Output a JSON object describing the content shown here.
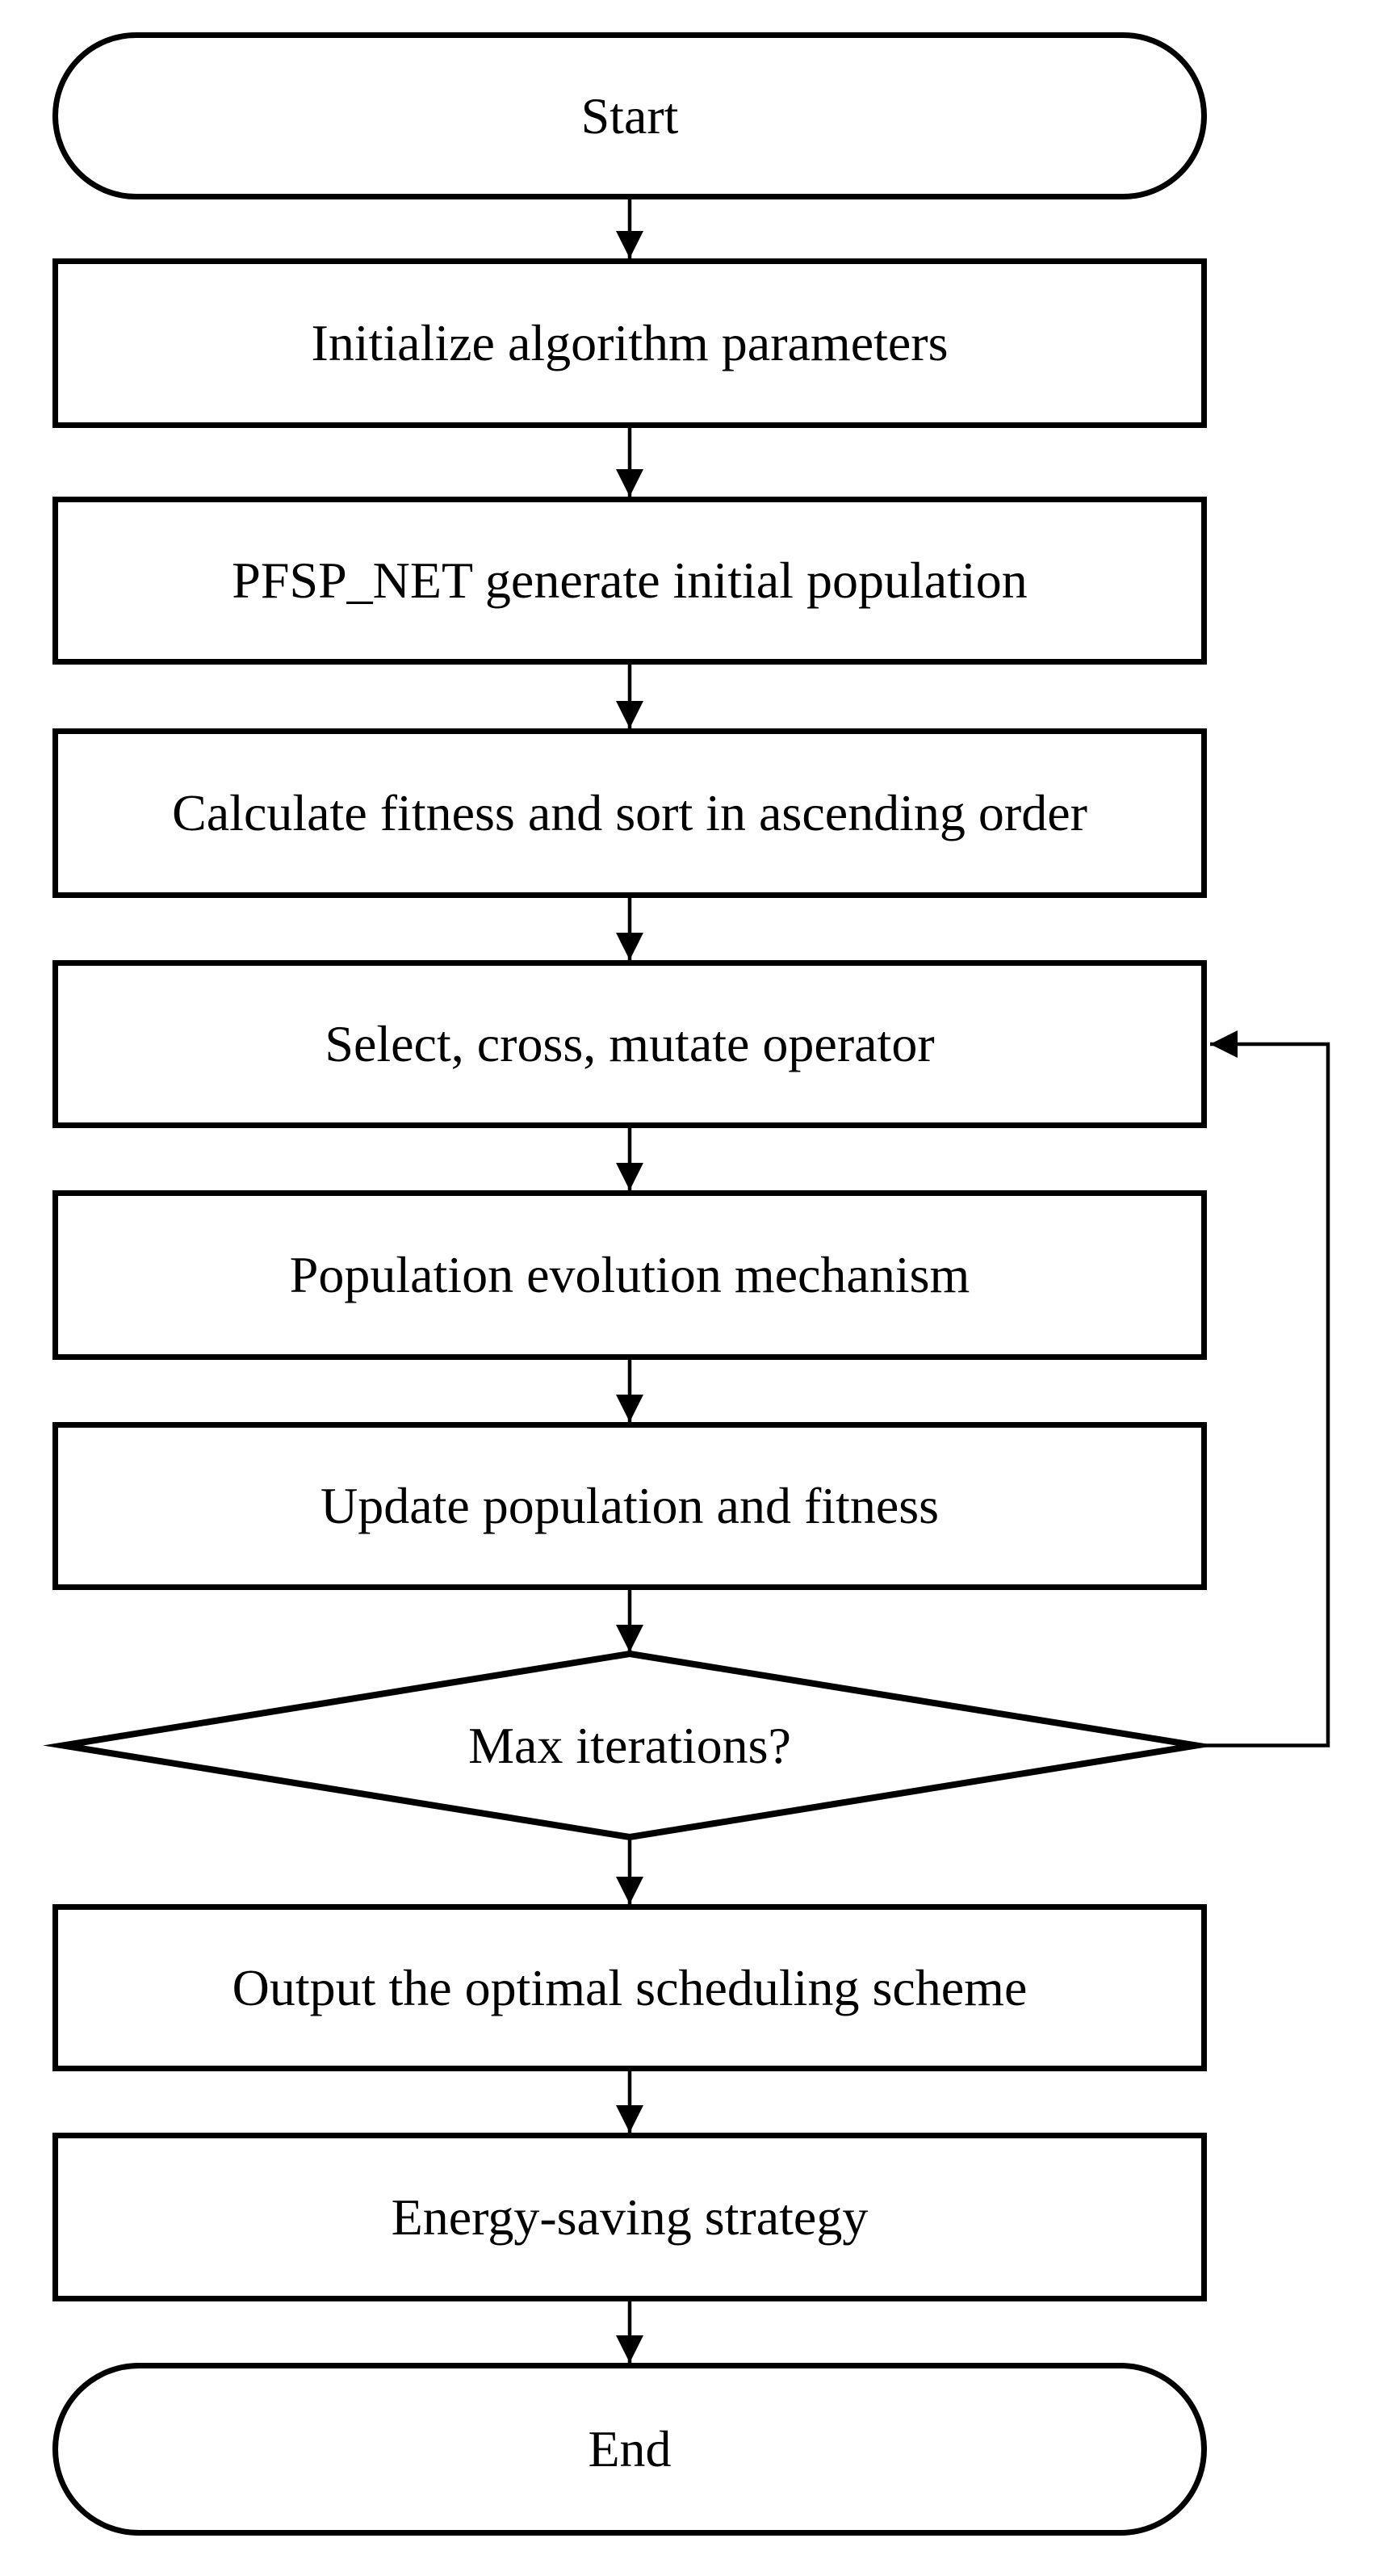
{
  "flowchart": {
    "colors": {
      "stroke": "#000000",
      "node_fill": "#ffffff",
      "text": "#000000",
      "background": "#ffffff"
    },
    "nodes": [
      {
        "id": "start",
        "type": "terminator",
        "label": "Start"
      },
      {
        "id": "initialize-parameters",
        "type": "process",
        "label": "Initialize algorithm parameters"
      },
      {
        "id": "pfsp-net-initial-population",
        "type": "process",
        "label": "PFSP_NET generate initial population"
      },
      {
        "id": "calculate-fitness-sort",
        "type": "process",
        "label": "Calculate fitness and sort in ascending order"
      },
      {
        "id": "select-cross-mutate",
        "type": "process",
        "label": "Select, cross, mutate operator"
      },
      {
        "id": "population-evolution",
        "type": "process",
        "label": "Population evolution mechanism"
      },
      {
        "id": "update-population-fitness",
        "type": "process",
        "label": "Update population and fitness"
      },
      {
        "id": "max-iterations",
        "type": "decision",
        "label": "Max iterations?"
      },
      {
        "id": "output-optimal-scheme",
        "type": "process",
        "label": "Output the optimal scheduling scheme"
      },
      {
        "id": "energy-saving-strategy",
        "type": "process",
        "label": "Energy-saving strategy"
      },
      {
        "id": "end",
        "type": "terminator",
        "label": "End"
      }
    ],
    "edges": [
      {
        "from": "start",
        "to": "initialize-parameters"
      },
      {
        "from": "initialize-parameters",
        "to": "pfsp-net-initial-population"
      },
      {
        "from": "pfsp-net-initial-population",
        "to": "calculate-fitness-sort"
      },
      {
        "from": "calculate-fitness-sort",
        "to": "select-cross-mutate"
      },
      {
        "from": "select-cross-mutate",
        "to": "population-evolution"
      },
      {
        "from": "population-evolution",
        "to": "update-population-fitness"
      },
      {
        "from": "update-population-fitness",
        "to": "max-iterations"
      },
      {
        "from": "max-iterations",
        "to": "output-optimal-scheme"
      },
      {
        "from": "output-optimal-scheme",
        "to": "energy-saving-strategy"
      },
      {
        "from": "energy-saving-strategy",
        "to": "end"
      },
      {
        "from": "max-iterations",
        "to": "select-cross-mutate",
        "kind": "loop-back-right-side"
      }
    ]
  }
}
